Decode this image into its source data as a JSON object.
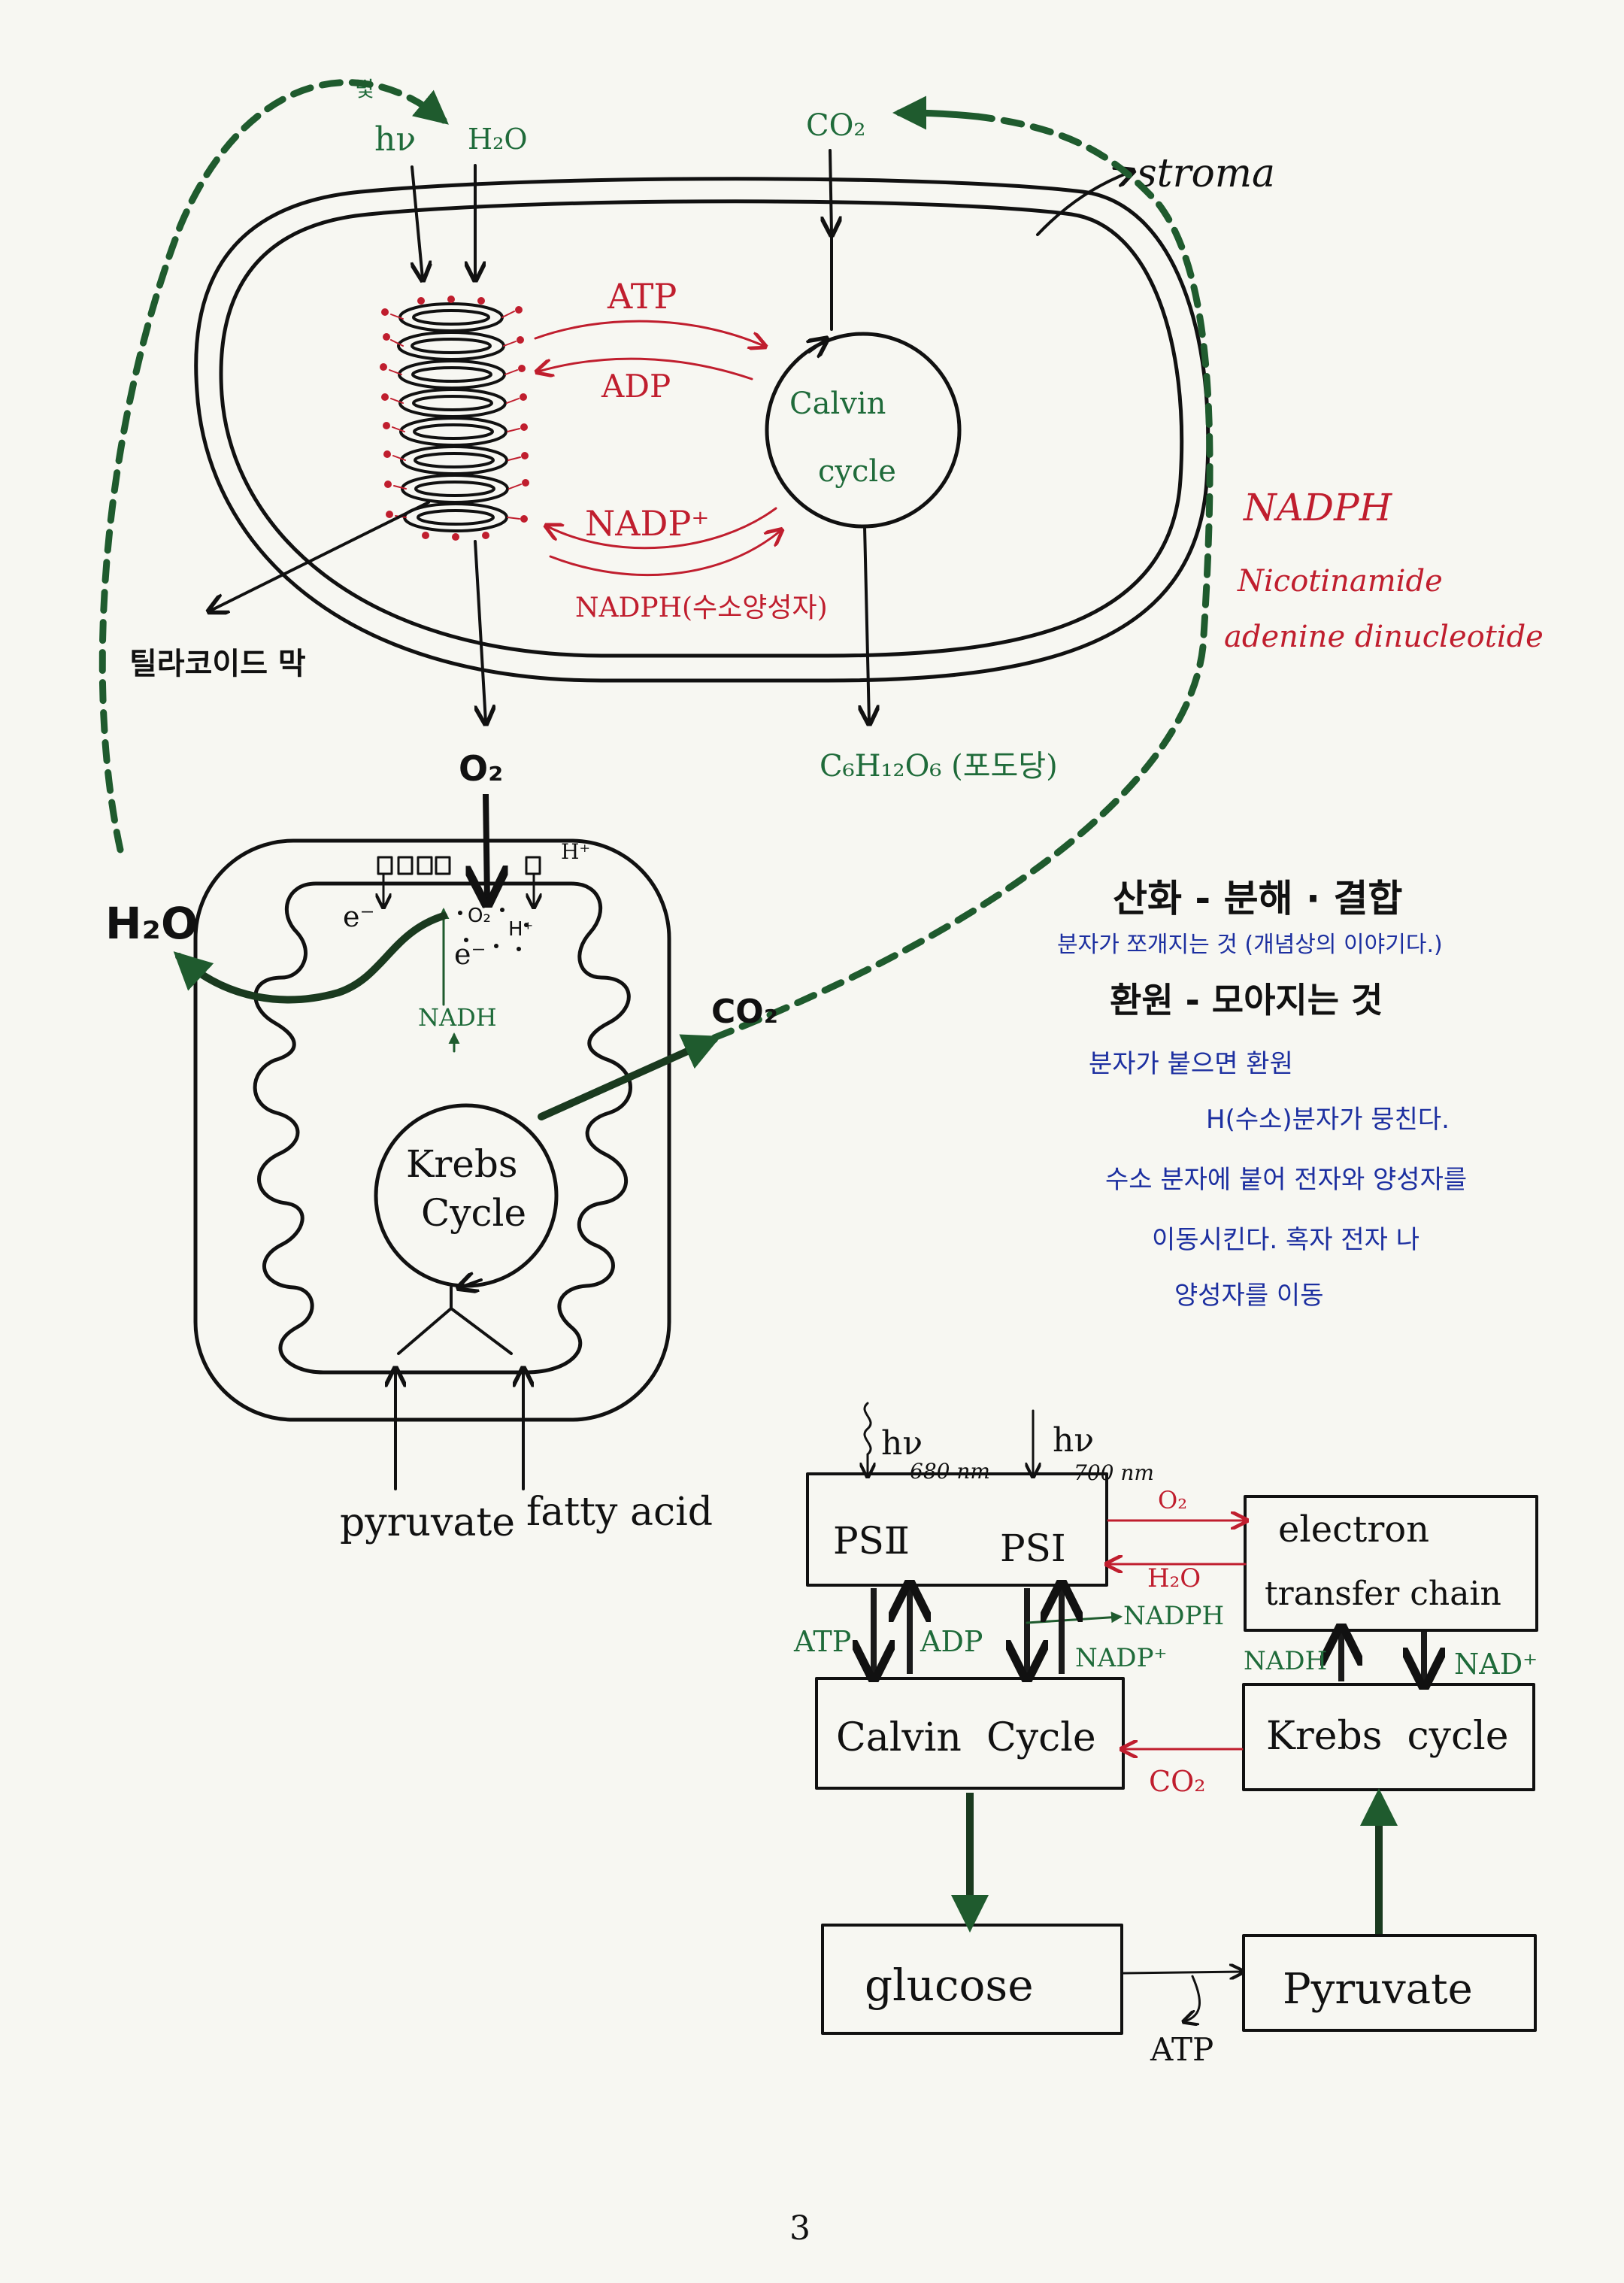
{
  "chloroplast": {
    "light": "빛",
    "hv": "hν",
    "h2o": "H₂O",
    "co2": "CO₂",
    "stroma": "stroma",
    "atp": "ATP",
    "adp": "ADP",
    "nadp_plus": "NADP⁺",
    "nadph_label": "NADPH(수소양성자)",
    "calvin_line1": "Calvin",
    "calvin_line2": "cycle",
    "thylakoid": "틸라코이드 막",
    "o2": "O₂",
    "glucose": "C₆H₁₂O₆ (포도당)"
  },
  "nadph_note": {
    "title": "NADPH",
    "line1": "Nicotinamide",
    "line2": "adenine dinucleotide"
  },
  "mitochondrion": {
    "h2o": "H₂O",
    "co2": "CO₂",
    "e1": "e⁻",
    "e2": "e⁻",
    "o2_small": "O₂",
    "h_plus_small": "H⁺",
    "h_plus_top": "H⁺",
    "nadh": "NADH",
    "krebs_line1": "Krebs",
    "krebs_line2": "Cycle",
    "pyruvate": "pyruvate",
    "fatty_acid": "fatty acid"
  },
  "notes": {
    "oxidation": "산화 - 분해 · 결합",
    "oxidation_sub": "분자가 쪼개지는 것 (개념상의 이야기다.)",
    "reduction": "환원 - 모아지는 것",
    "line1": "분자가 붙으면 환원",
    "line2": "H(수소)분자가 뭉친다.",
    "line3": "수소 분자에 붙어 전자와 양성자를",
    "line4": "이동시킨다. 혹자 전자 나",
    "line5": "양성자를 이동"
  },
  "flowchart": {
    "hv1": "hν",
    "nm680": "680 nm",
    "hv2": "hν",
    "nm700": "700 nm",
    "ps2": "PSⅡ",
    "ps1": "PSⅠ",
    "o2": "O₂",
    "h2o": "H₂O",
    "etc_line1": "electron",
    "etc_line2": "transfer chain",
    "atp": "ATP",
    "adp": "ADP",
    "nadph": "NADPH",
    "nadp_plus": "NADP⁺",
    "nadh": "NADH",
    "nad_plus": "NAD⁺",
    "calvin": "Calvin  Cycle",
    "co2": "CO₂",
    "krebs": "Krebs  cycle",
    "glucose": "glucose",
    "pyruvate": "Pyruvate",
    "atp_bottom": "ATP"
  },
  "page_number": "3"
}
